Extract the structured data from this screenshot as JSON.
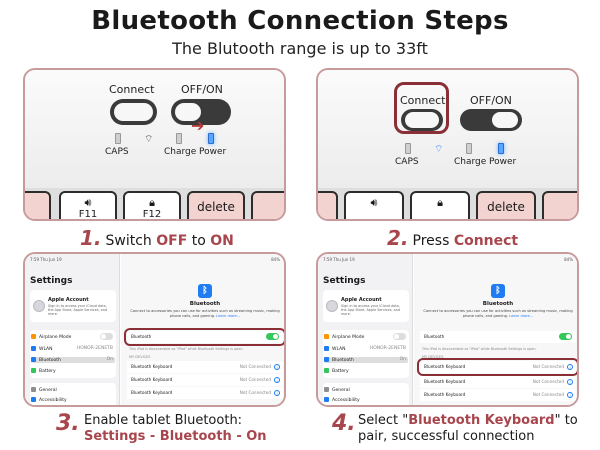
{
  "header": {
    "title": "Bluetooth Connection Steps",
    "subtitle": "The Blutooth range is up to 33ft"
  },
  "keyboard": {
    "connect_label": "Connect",
    "offon_label": "OFF/ON",
    "indicators": [
      "CAPS",
      "Charge",
      "Power"
    ],
    "keys": {
      "f11": "F11",
      "f12": "F12",
      "delete": "delete"
    }
  },
  "steps": [
    {
      "number": "1.",
      "text_before": "Switch ",
      "em1": "OFF",
      "text_mid": " to ",
      "em2": "ON"
    },
    {
      "number": "2.",
      "text_before": "Press ",
      "em1": "Connect"
    },
    {
      "number": "3.",
      "line1": "Enable tablet Bluetooth:",
      "line2": "Settings - Bluetooth - On"
    },
    {
      "number": "4.",
      "line1_before": "Select \"",
      "line1_em": "Bluetooth Keyboard",
      "line1_after": "\" to",
      "line2": "pair, successful connection"
    }
  ],
  "settings": {
    "status_left": "7:59  Thu Jun 19",
    "status_right": "84%",
    "title": "Settings",
    "apple_account": "Apple Account",
    "apple_account_sub": "Sign in to access your iCloud data, the App Store, Apple Services, and more.",
    "sidebar_items": [
      {
        "label": "Airplane Mode",
        "value": "",
        "icon_color": "#ff9500"
      },
      {
        "label": "WLAN",
        "value": "HONOR-2ENETB",
        "icon_color": "#1f7cf3"
      },
      {
        "label": "Bluetooth",
        "value": "On",
        "icon_color": "#1f7cf3"
      },
      {
        "label": "Battery",
        "value": "",
        "icon_color": "#34c759"
      },
      {
        "label": "General",
        "value": "",
        "icon_color": "#8e8e93"
      },
      {
        "label": "Accessibility",
        "value": "",
        "icon_color": "#1f7cf3"
      }
    ],
    "bt_title": "Bluetooth",
    "bt_desc": "Connect to accessories you can use for activities such as streaming music, making phone calls, and gaming.",
    "learn_more": "Learn more...",
    "bt_row_label": "Bluetooth",
    "discoverable_note": "This iPad is discoverable as \"iPad\" while Bluetooth Settings is open.",
    "my_devices_header": "MY DEVICES",
    "devices": [
      {
        "name": "Bluetooth Keyboard",
        "status": "Not Connected"
      },
      {
        "name": "Bluetooth Keyboard",
        "status": "Not Connected"
      },
      {
        "name": "Bluetooth Keyboard",
        "status": "Not Connected"
      }
    ]
  },
  "colors": {
    "accent": "#a8464d",
    "highlight": "#8a2f36",
    "bluetooth_blue": "#1f7cf3",
    "toggle_on": "#34c759"
  }
}
